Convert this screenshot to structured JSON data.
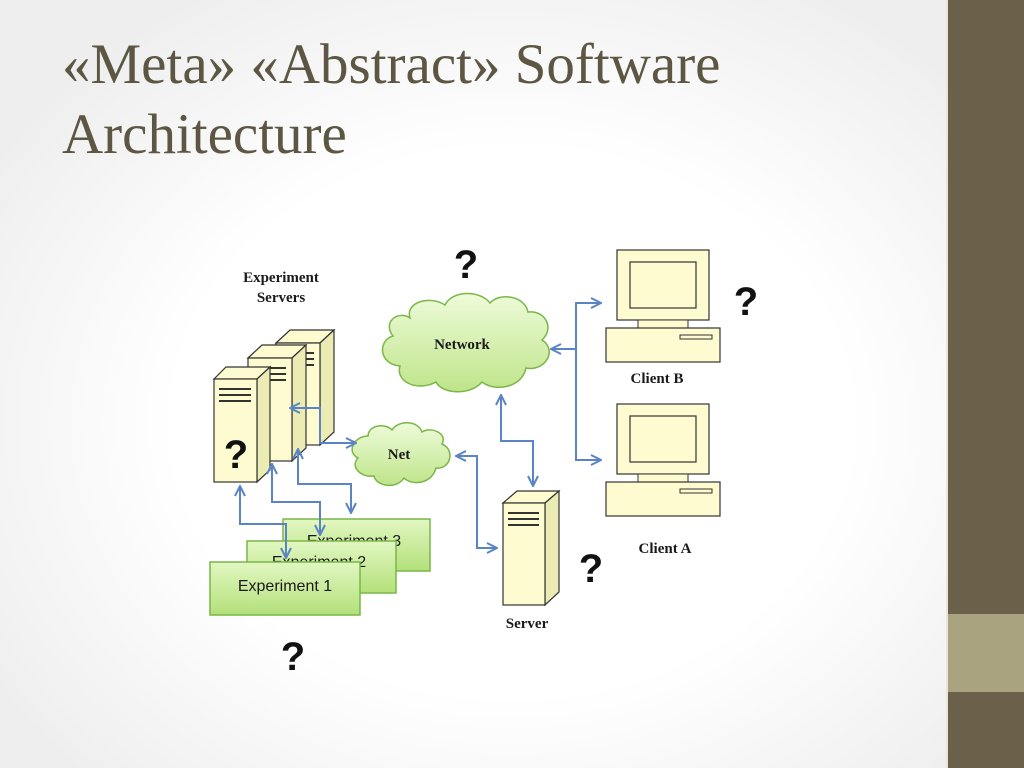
{
  "slide": {
    "title_line1": "«Meta» «Abstract» Software",
    "title_line2": "Architecture",
    "colors": {
      "title": "#5c5643",
      "sidebar": "#6b604a",
      "sidebar_accent": "#a9a37f",
      "arrow": "#5b84c4",
      "cloud_fill": "#d7f2b0",
      "experiment_fill": "#c9ec97",
      "machine_fill": "#fdfbcf"
    }
  },
  "diagram": {
    "experiment_servers_label_1": "Experiment",
    "experiment_servers_label_2": "Servers",
    "network_label": "Network",
    "net_label": "Net",
    "client_b_label": "Client B",
    "client_a_label": "Client A",
    "server_label": "Server",
    "experiments": [
      "Experiment 3",
      "Experiment 2",
      "Experiment 1"
    ],
    "unknown_mark": "?"
  }
}
